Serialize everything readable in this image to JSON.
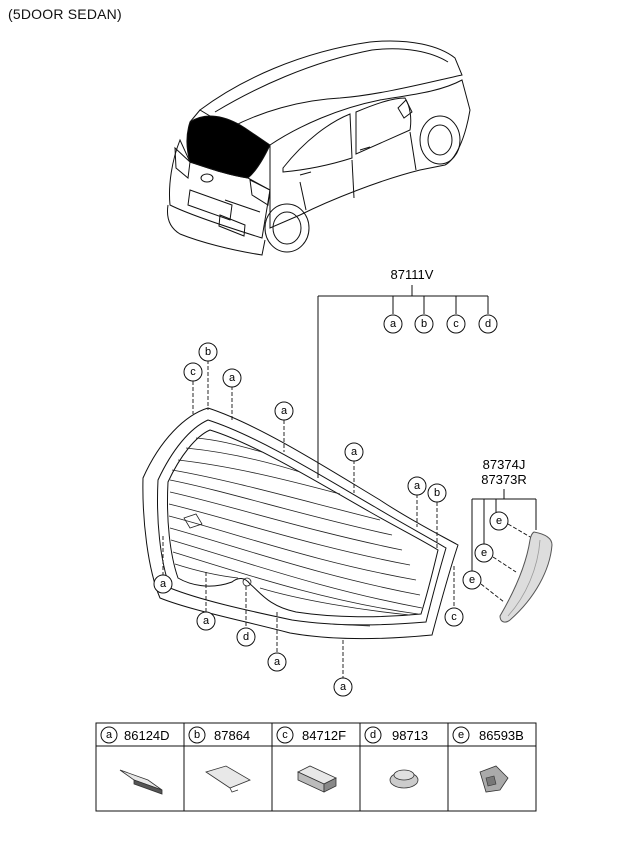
{
  "variant_label": "(5DOOR SEDAN)",
  "assembly": {
    "part_number": "87111V",
    "callouts": [
      "a",
      "b",
      "c",
      "d"
    ]
  },
  "side_part": {
    "part_numbers": [
      "87374J",
      "87373R"
    ]
  },
  "glass_callouts": {
    "a": "a",
    "b": "b",
    "c": "c",
    "d": "d",
    "e": "e"
  },
  "legend": [
    {
      "letter": "a",
      "part_number": "86124D"
    },
    {
      "letter": "b",
      "part_number": "87864"
    },
    {
      "letter": "c",
      "part_number": "84712F"
    },
    {
      "letter": "d",
      "part_number": "98713"
    },
    {
      "letter": "e",
      "part_number": "86593B"
    }
  ]
}
